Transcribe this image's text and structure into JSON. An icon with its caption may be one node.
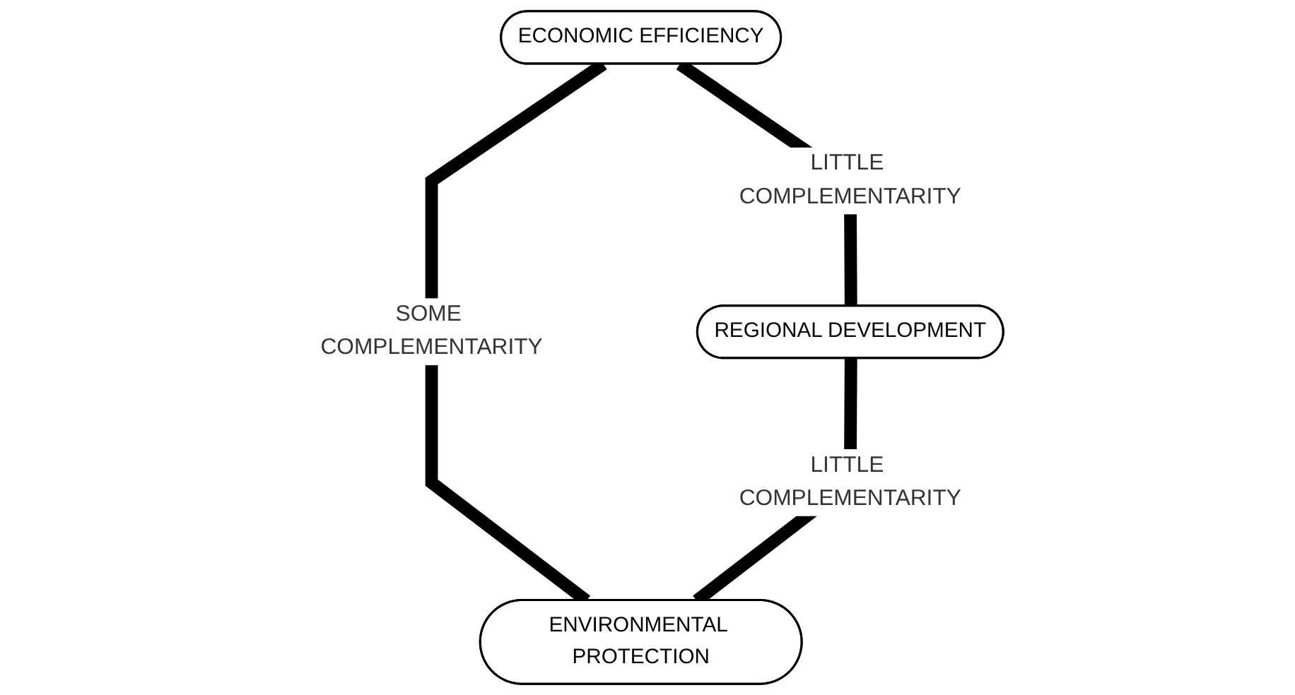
{
  "diagram": {
    "nodes": [
      {
        "text": [
          "ECONOMIC EFFICIENCY"
        ]
      },
      {
        "text": [
          "REGIONAL DEVELOPMENT"
        ]
      },
      {
        "text": [
          "ENVIRONMENTAL PROTECTION"
        ]
      }
    ],
    "edges": [
      {
        "from": 0,
        "to": 1,
        "arrow": "none",
        "label": "LITTLE COMPLEMENTARITY"
      },
      {
        "from": 0,
        "to": 2,
        "arrow": "none",
        "label": "SOME COMPLEMENTARITY"
      },
      {
        "from": 1,
        "to": 2,
        "arrow": "none",
        "label": "LITTLE COMPLEMENTARITY"
      }
    ]
  }
}
